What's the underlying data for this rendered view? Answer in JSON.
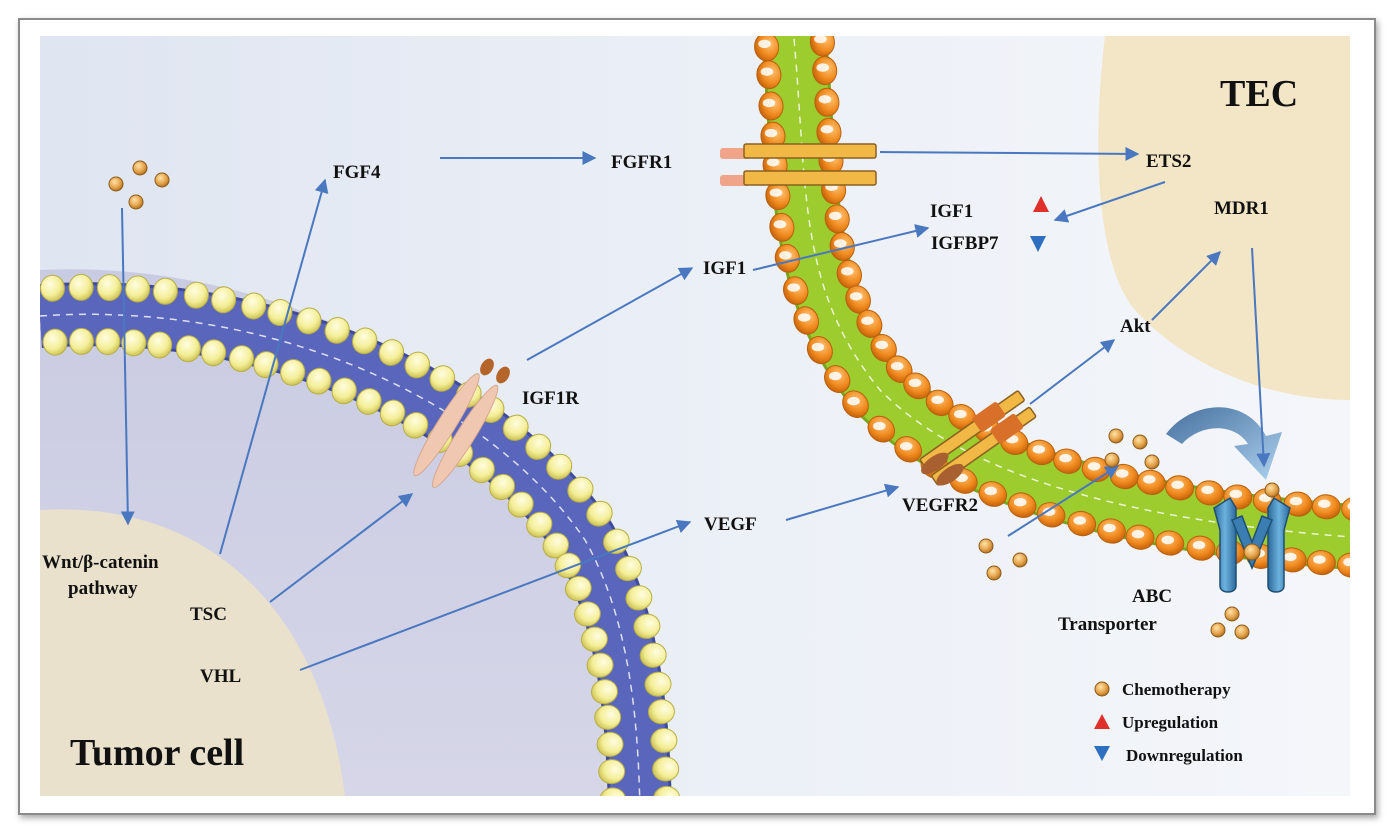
{
  "colors": {
    "arrow": "#4a78c0",
    "tumor_bg": "#e9e1cc",
    "tec_bg": "#f2e6c6",
    "membrane_blue": "#5561b8",
    "membrane_yellow": "#f2ec96",
    "membrane_green": "#9ccc2e",
    "membrane_orange": "#f08a1e",
    "chemo": "#e0a24a",
    "up": "#e0302a",
    "down": "#2f6fc0"
  },
  "regions": {
    "tumor": "Tumor cell",
    "tec": "TEC"
  },
  "labels": {
    "fgf4": "FGF4",
    "fgfr1": "FGFR1",
    "ets2": "ETS2",
    "igf1_up": "IGF1",
    "igfbp7": "IGFBP7",
    "mdr1": "MDR1",
    "igf1": "IGF1",
    "igf1r": "IGF1R",
    "akt": "Akt",
    "vegf": "VEGF",
    "vegfr2": "VEGFR2",
    "wnt_line1": "Wnt/β-catenin",
    "wnt_line2": "pathway",
    "tsc": "TSC",
    "vhl": "VHL",
    "abc_line1": "ABC",
    "abc_line2": "Transporter"
  },
  "legend": {
    "chemo": "Chemotherapy",
    "up": "Upregulation",
    "down": "Downregulation"
  },
  "icons": [
    "chemotherapy-drug-dot",
    "upregulation-triangle",
    "downregulation-triangle",
    "abc-transporter-icon",
    "receptor-icon"
  ]
}
